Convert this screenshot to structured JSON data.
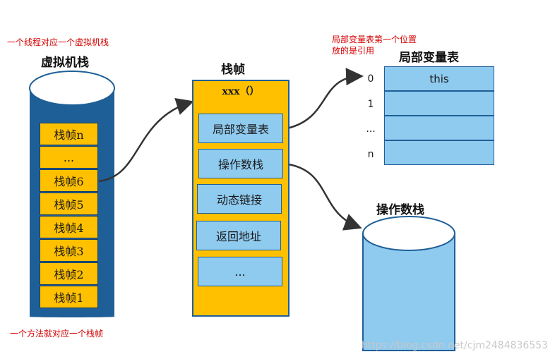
{
  "annotations": {
    "thread_note": "一个线程对应一个虚拟机栈",
    "method_note": "一个方法就对应一个栈帧",
    "local_var_note_line1": "局部变量表第一个位置",
    "local_var_note_line2": "放的是引用"
  },
  "jvm_stack": {
    "title": "虚拟机栈",
    "frames": [
      "栈帧n",
      "...",
      "栈帧6",
      "栈帧5",
      "栈帧4",
      "栈帧3",
      "栈帧2",
      "栈帧1"
    ]
  },
  "stack_frame": {
    "title": "栈帧",
    "method_label": "xxx（）",
    "parts": [
      "局部变量表",
      "操作数栈",
      "动态链接",
      "返回地址",
      "..."
    ]
  },
  "local_variable_table": {
    "title": "局部变量表",
    "indices": [
      "0",
      "1",
      "...",
      "n"
    ],
    "cells": [
      "this",
      "",
      "",
      ""
    ]
  },
  "operand_stack": {
    "title": "操作数栈"
  },
  "watermark": "https://blog.csdn.net/cjm2484836553",
  "colors": {
    "frame_yellow": "#ffc000",
    "light_blue": "#8fcaef",
    "dark_blue": "#1f5f97",
    "annotation_red": "#d40000"
  }
}
